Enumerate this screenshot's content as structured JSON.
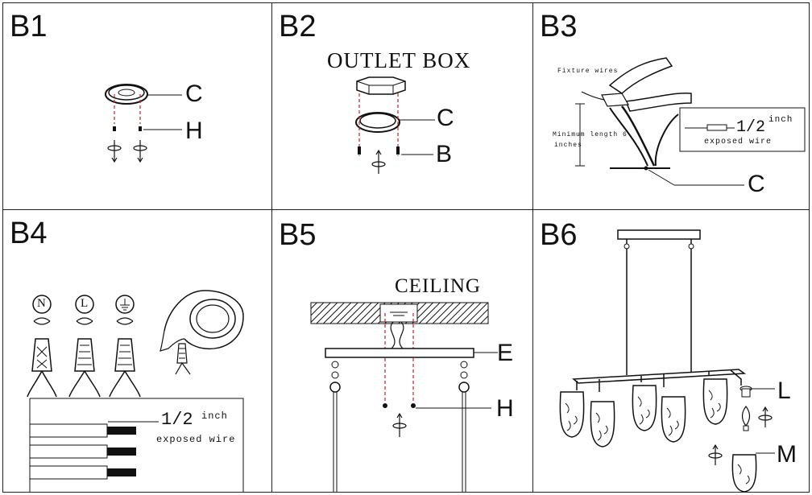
{
  "panels": {
    "b1": {
      "title": "B1",
      "labels": {
        "c": "C",
        "h": "H"
      }
    },
    "b2": {
      "title": "B2",
      "heading": "OUTLET BOX",
      "labels": {
        "c": "C",
        "b": "B"
      }
    },
    "b3": {
      "title": "B3",
      "fixture_wires": "Fixture wires",
      "min_length_1": "Minimum length 6",
      "min_length_2": "inches",
      "fraction": "1/2",
      "inch": "inch",
      "exposed": "exposed wire",
      "labels": {
        "c": "C"
      }
    },
    "b4": {
      "title": "B4",
      "symbols": {
        "n": "N",
        "l": "L"
      },
      "fraction": "1/2",
      "inch": "inch",
      "exposed": "exposed wire"
    },
    "b5": {
      "title": "B5",
      "heading": "CEILING",
      "labels": {
        "e": "E",
        "h": "H"
      }
    },
    "b6": {
      "title": "B6",
      "labels": {
        "l": "L",
        "m": "M"
      }
    }
  }
}
